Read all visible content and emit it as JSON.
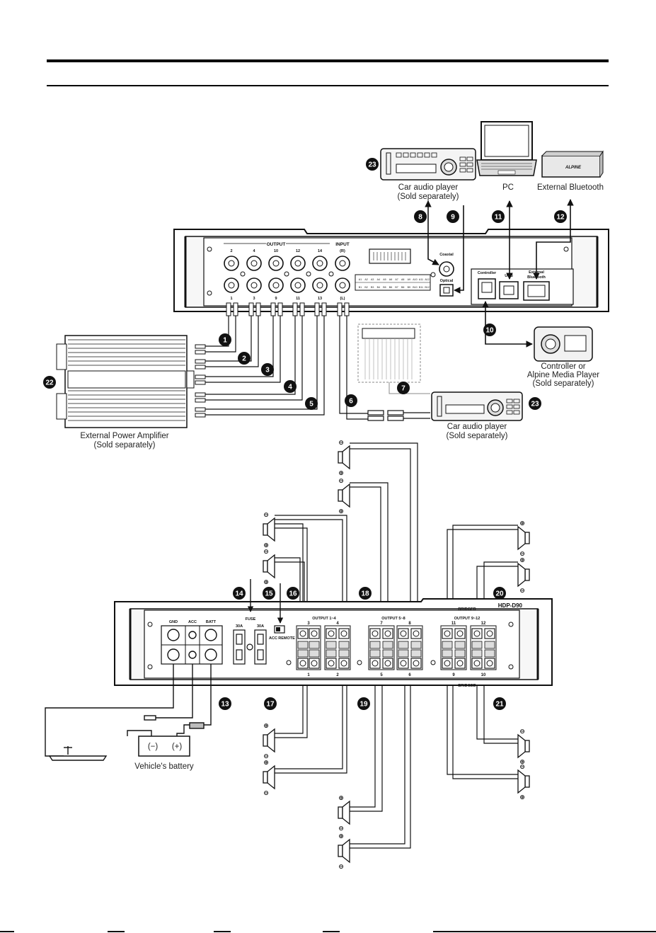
{
  "labels": {
    "car_audio_player_top": [
      "Car audio player",
      "(Sold separately)"
    ],
    "pc": "PC",
    "external_bluetooth": "External Bluetooth",
    "controller": [
      "Controller or",
      "Alpine Media Player",
      "(Sold separately)"
    ],
    "car_audio_player_bottom": [
      "Car audio player",
      "(Sold separately)"
    ],
    "external_amp": [
      "External Power Amplifier",
      "(Sold separately)"
    ],
    "vehicle_battery": "Vehicle's battery",
    "battery_minus": "(−)",
    "battery_plus": "(+)"
  },
  "dsp_panel": {
    "output_title": "OUTPUT",
    "input_title": "INPUT",
    "output_top_nums": [
      "2",
      "4",
      "10",
      "12",
      "14"
    ],
    "output_bottom_nums": [
      "1",
      "3",
      "9",
      "11",
      "13"
    ],
    "input_r": "(R)",
    "input_l": "(L)",
    "coaxial": "Coaxial",
    "optical": "Optical",
    "controller_port": "Controller",
    "usb_port": "USB",
    "bt_port": [
      "External",
      "Bluetooth"
    ],
    "pin_labels_top": [
      "A1",
      "A2",
      "A3",
      "A4",
      "A5",
      "A6",
      "A7",
      "A8",
      "A9",
      "A10",
      "A11",
      "A12"
    ],
    "pin_labels_bottom": [
      "B1",
      "B2",
      "B3",
      "B4",
      "B5",
      "B6",
      "B7",
      "B8",
      "B9",
      "B10",
      "B11",
      "B12"
    ]
  },
  "amp_panel": {
    "model": "HDP-D90",
    "gnd": "GND",
    "acc": "ACC",
    "batt": "BATT",
    "fuse_label": "FUSE",
    "fuse_1": "30A",
    "fuse_2": "30A",
    "switch_acc": "ACC",
    "switch_remote": "REMOTE",
    "bridged": "BRIDGED",
    "output_groups": [
      "OUTPUT 1~4",
      "OUTPUT 5~8",
      "OUTPUT 9~12"
    ],
    "channels_top": [
      "3",
      "4",
      "7",
      "8",
      "11",
      "12"
    ],
    "channels_bottom": [
      "1",
      "2",
      "5",
      "6",
      "9",
      "10"
    ]
  },
  "polarity": {
    "plus": "⊕",
    "minus": "⊖"
  },
  "callouts": [
    "1",
    "2",
    "3",
    "4",
    "5",
    "6",
    "7",
    "8",
    "9",
    "10",
    "11",
    "12",
    "13",
    "14",
    "15",
    "16",
    "17",
    "18",
    "19",
    "20",
    "21",
    "22",
    "23",
    "23"
  ]
}
